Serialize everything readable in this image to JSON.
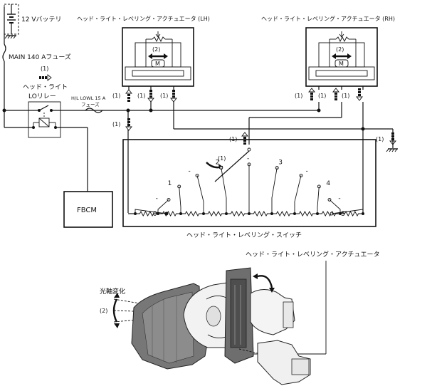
{
  "battery": {
    "label": "12 Vバッテリ"
  },
  "main_fuse": {
    "label": "MAIN 140 Aフューズ"
  },
  "relay": {
    "label_line1": "ヘッド・ライト",
    "label_line2": "LOリレー",
    "flow_label": "(1)"
  },
  "hl_fuse": {
    "label_line1": "H/L LOWL 15 A",
    "label_line2": "フューズ"
  },
  "fbcm": {
    "label": "FBCM"
  },
  "actuator_lh": {
    "title": "ヘッド・ライト・レベリング・アクチュエータ (LH)",
    "motor_label": "(2)",
    "motor_symbol": "M"
  },
  "actuator_rh": {
    "title": "ヘッド・ライト・レベリング・アクチュエータ (RH)",
    "motor_label": "(2)",
    "motor_symbol": "M"
  },
  "switch": {
    "title": "ヘッド・ライト・レベリング・スイッチ",
    "rotation_label": "(1)",
    "positions": [
      "0",
      "-",
      "1",
      "-",
      "2",
      "-",
      "3",
      "-",
      "4",
      "-",
      "5"
    ]
  },
  "flow_marker": "(1)",
  "bottom": {
    "actuator_label": "ヘッド・ライト・レベリング・アクチュエータ",
    "beam_label": "光軸変化",
    "beam_marker": "(2)"
  },
  "colors": {
    "line": "#111111",
    "background": "#ffffff"
  }
}
